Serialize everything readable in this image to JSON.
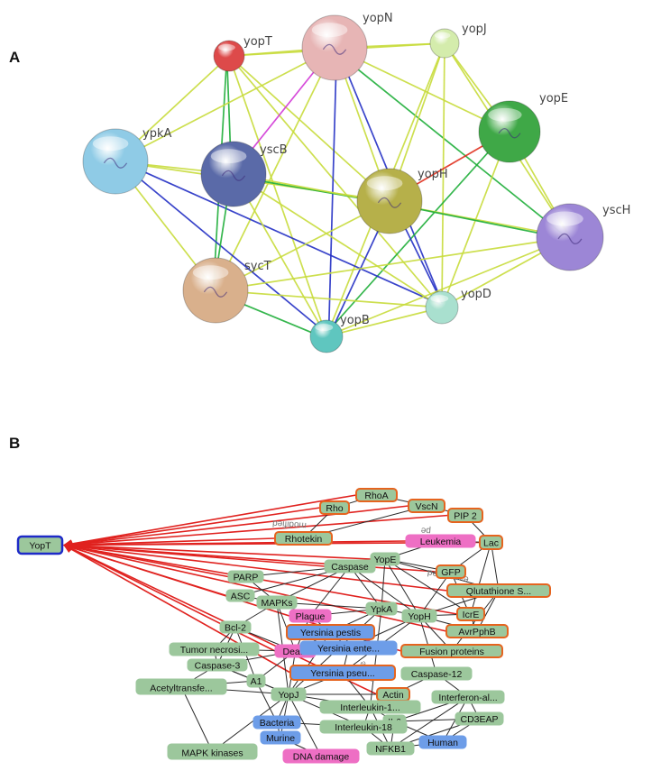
{
  "panel_a": {
    "letter": "A",
    "edge_colors": {
      "yellow": "#c8dc3c",
      "green": "#1fae3a",
      "blue": "#2430c4",
      "magenta": "#d238d6",
      "red": "#e0301e"
    },
    "nodes": [
      {
        "id": "yopN",
        "label": "yopN",
        "color": "#e7b5b5"
      },
      {
        "id": "yopT",
        "label": "yopT",
        "color": "#dd4a4a"
      },
      {
        "id": "yopJ",
        "label": "yopJ",
        "color": "#d4ecac"
      },
      {
        "id": "yopE",
        "label": "yopE",
        "color": "#3fa847"
      },
      {
        "id": "ypkA",
        "label": "ypkA",
        "color": "#8fcbe6"
      },
      {
        "id": "yscB",
        "label": "yscB",
        "color": "#5a6aa8"
      },
      {
        "id": "yopH",
        "label": "yopH",
        "color": "#b6b04a"
      },
      {
        "id": "yscH",
        "label": "yscH",
        "color": "#9c86d6"
      },
      {
        "id": "sycT",
        "label": "sycT",
        "color": "#d9b08c"
      },
      {
        "id": "yopD",
        "label": "yopD",
        "color": "#a9e0cf"
      },
      {
        "id": "yopB",
        "label": "yopB",
        "color": "#5fc6bf"
      }
    ],
    "edges": [
      [
        "yopT",
        "yopN",
        "yellow"
      ],
      [
        "yopT",
        "ypkA",
        "yellow"
      ],
      [
        "yopT",
        "yscB",
        "green"
      ],
      [
        "yopT",
        "sycT",
        "green"
      ],
      [
        "yopT",
        "yopH",
        "yellow"
      ],
      [
        "yopT",
        "yopB",
        "yellow"
      ],
      [
        "yopT",
        "yopJ",
        "yellow"
      ],
      [
        "yopT",
        "yopD",
        "yellow"
      ],
      [
        "yopN",
        "yopJ",
        "yellow"
      ],
      [
        "yopN",
        "yopE",
        "yellow"
      ],
      [
        "yopN",
        "ypkA",
        "yellow"
      ],
      [
        "yopN",
        "yscB",
        "magenta"
      ],
      [
        "yopN",
        "yopH",
        "yellow"
      ],
      [
        "yopN",
        "yopB",
        "blue"
      ],
      [
        "yopN",
        "yopD",
        "blue"
      ],
      [
        "yopN",
        "yscH",
        "green"
      ],
      [
        "yopN",
        "sycT",
        "yellow"
      ],
      [
        "yopJ",
        "yopH",
        "yellow"
      ],
      [
        "yopJ",
        "yopE",
        "yellow"
      ],
      [
        "yopJ",
        "yscH",
        "yellow"
      ],
      [
        "yopJ",
        "yopB",
        "yellow"
      ],
      [
        "yopJ",
        "yopD",
        "yellow"
      ],
      [
        "yopE",
        "yopH",
        "red"
      ],
      [
        "yopE",
        "yscH",
        "yellow"
      ],
      [
        "yopE",
        "yopB",
        "green"
      ],
      [
        "yopE",
        "yopD",
        "yellow"
      ],
      [
        "ypkA",
        "yscB",
        "yellow"
      ],
      [
        "ypkA",
        "yopH",
        "yellow"
      ],
      [
        "ypkA",
        "yopB",
        "blue"
      ],
      [
        "ypkA",
        "yopD",
        "blue"
      ],
      [
        "ypkA",
        "sycT",
        "yellow"
      ],
      [
        "yscB",
        "yopH",
        "green"
      ],
      [
        "yscB",
        "sycT",
        "green"
      ],
      [
        "yscB",
        "yopB",
        "yellow"
      ],
      [
        "yscB",
        "yopD",
        "yellow"
      ],
      [
        "yscB",
        "yscH",
        "yellow"
      ],
      [
        "yopH",
        "yscH",
        "green"
      ],
      [
        "yopH",
        "yopB",
        "blue"
      ],
      [
        "yopH",
        "yopD",
        "blue"
      ],
      [
        "yopH",
        "sycT",
        "yellow"
      ],
      [
        "yscH",
        "yopD",
        "yellow"
      ],
      [
        "yscH",
        "yopB",
        "yellow"
      ],
      [
        "yscH",
        "sycT",
        "yellow"
      ],
      [
        "sycT",
        "yopB",
        "green"
      ],
      [
        "sycT",
        "yopD",
        "yellow"
      ],
      [
        "yopB",
        "yopD",
        "yellow"
      ]
    ]
  },
  "panel_b": {
    "letter": "B",
    "node_styles": {
      "green": {
        "fill": "#9cc79c",
        "stroke": "#9cc79c"
      },
      "orange": {
        "fill": "#9cc79c",
        "stroke": "#e5641f"
      },
      "blue": {
        "fill": "#6d9de8",
        "stroke": "#6d9de8"
      },
      "blueOrange": {
        "fill": "#6d9de8",
        "stroke": "#e5641f"
      },
      "pink": {
        "fill": "#ee6fc4",
        "stroke": "#ee6fc4"
      },
      "yopt": {
        "fill": "#9cc79c",
        "stroke": "#1e2ac8"
      }
    },
    "nodes": [
      {
        "id": "YopT",
        "label": "YopT",
        "style": "yopt"
      },
      {
        "id": "RhoA",
        "label": "RhoA",
        "style": "orange"
      },
      {
        "id": "Rho",
        "label": "Rho",
        "style": "orange"
      },
      {
        "id": "VscN",
        "label": "VscN",
        "style": "orange"
      },
      {
        "id": "PIP2",
        "label": "PIP 2",
        "style": "orange"
      },
      {
        "id": "Rhotekin",
        "label": "Rhotekin",
        "style": "orange"
      },
      {
        "id": "Leukemia",
        "label": "Leukemia",
        "style": "pink"
      },
      {
        "id": "Lac",
        "label": "Lac",
        "style": "orange"
      },
      {
        "id": "Caspase",
        "label": "Caspase",
        "style": "green"
      },
      {
        "id": "YopE",
        "label": "YopE",
        "style": "green"
      },
      {
        "id": "GFP",
        "label": "GFP",
        "style": "orange"
      },
      {
        "id": "PARP",
        "label": "PARP",
        "style": "green"
      },
      {
        "id": "Glutathione",
        "label": "Qlutathione S...",
        "style": "orange"
      },
      {
        "id": "ASC",
        "label": "ASC",
        "style": "green"
      },
      {
        "id": "MAPKs",
        "label": "MAPKs",
        "style": "green"
      },
      {
        "id": "IcrE",
        "label": "IcrE",
        "style": "orange"
      },
      {
        "id": "Plague",
        "label": "Plague",
        "style": "pink"
      },
      {
        "id": "YpkA",
        "label": "YpkA",
        "style": "green"
      },
      {
        "id": "YopH",
        "label": "YopH",
        "style": "green"
      },
      {
        "id": "Bcl2",
        "label": "Bcl-2",
        "style": "green"
      },
      {
        "id": "YersiniaPestis",
        "label": "Yersinia pestis",
        "style": "blueOrange"
      },
      {
        "id": "AvrPphB",
        "label": "AvrPphB",
        "style": "orange"
      },
      {
        "id": "TumorNecrosis",
        "label": "Tumor necrosi...",
        "style": "green"
      },
      {
        "id": "Death",
        "label": "Death",
        "style": "pink"
      },
      {
        "id": "YersiniaEnte",
        "label": "Yersinia ente...",
        "style": "blue"
      },
      {
        "id": "FusionProteins",
        "label": "Fusion proteins",
        "style": "orange"
      },
      {
        "id": "Caspase3",
        "label": "Caspase-3",
        "style": "green"
      },
      {
        "id": "YersiniaPseu",
        "label": "Yersinia pseu...",
        "style": "blueOrange"
      },
      {
        "id": "Caspase12",
        "label": "Caspase-12",
        "style": "green"
      },
      {
        "id": "A1",
        "label": "A1",
        "style": "green"
      },
      {
        "id": "Acetyltransfe",
        "label": "Acetyltransfe...",
        "style": "green"
      },
      {
        "id": "YopJ",
        "label": "YopJ",
        "style": "green"
      },
      {
        "id": "Actin",
        "label": "Actin",
        "style": "orange"
      },
      {
        "id": "Interleukin1",
        "label": "Interleukin-1...",
        "style": "green"
      },
      {
        "id": "InterferonAl",
        "label": "Interferon-al...",
        "style": "green"
      },
      {
        "id": "Bacteria",
        "label": "Bacteria",
        "style": "blue"
      },
      {
        "id": "IL6",
        "label": "IL6",
        "style": "green"
      },
      {
        "id": "CD3EAP",
        "label": "CD3EAP",
        "style": "green"
      },
      {
        "id": "Interleukin18",
        "label": "Interleukin-18",
        "style": "green"
      },
      {
        "id": "Murine",
        "label": "Murine",
        "style": "blue"
      },
      {
        "id": "Human",
        "label": "Human",
        "style": "blue"
      },
      {
        "id": "NFKB1",
        "label": "NFKB1",
        "style": "green"
      },
      {
        "id": "MAPKKinases",
        "label": "MAPK kinases",
        "style": "green"
      },
      {
        "id": "DNADamage",
        "label": "DNA damage",
        "style": "pink"
      }
    ],
    "red_edges": [
      "RhoA",
      "Rho",
      "VscN",
      "PIP2",
      "Rhotekin",
      "Lac",
      "GFP",
      "Glutathione",
      "IcrE",
      "AvrPphB",
      "FusionProteins",
      "Actin",
      "YopE",
      "Caspase",
      "Leukemia",
      "PARP",
      "ASC",
      "Death",
      "YersiniaPseu"
    ],
    "black_edges": [
      [
        "Rho",
        "RhoA"
      ],
      [
        "RhoA",
        "VscN"
      ],
      [
        "VscN",
        "PIP2"
      ],
      [
        "Lac",
        "Leukemia"
      ],
      [
        "Lac",
        "GFP"
      ],
      [
        "Lac",
        "Glutathione"
      ],
      [
        "Lac",
        "IcrE"
      ],
      [
        "Caspase",
        "YopE"
      ],
      [
        "Caspase",
        "PARP"
      ],
      [
        "Caspase",
        "ASC"
      ],
      [
        "Caspase",
        "MAPKs"
      ],
      [
        "Caspase",
        "YpkA"
      ],
      [
        "Caspase",
        "YopH"
      ],
      [
        "Caspase",
        "Plague"
      ],
      [
        "YopE",
        "GFP"
      ],
      [
        "YopE",
        "YpkA"
      ],
      [
        "YopE",
        "Glutathione"
      ],
      [
        "YopE",
        "IcrE"
      ],
      [
        "YopE",
        "YopH"
      ],
      [
        "GFP",
        "YopH"
      ],
      [
        "GFP",
        "AvrPphB"
      ],
      [
        "Glutathione",
        "YopH"
      ],
      [
        "Glutathione",
        "AvrPphB"
      ],
      [
        "Glutathione",
        "FusionProteins"
      ],
      [
        "PARP",
        "MAPKs"
      ],
      [
        "ASC",
        "MAPKs"
      ],
      [
        "MAPKs",
        "Bcl2"
      ],
      [
        "MAPKs",
        "Plague"
      ],
      [
        "MAPKs",
        "YpkA"
      ],
      [
        "MAPKs",
        "Death"
      ],
      [
        "MAPKs",
        "YopJ"
      ],
      [
        "YpkA",
        "YopH"
      ],
      [
        "YpkA",
        "YersiniaPestis"
      ],
      [
        "YpkA",
        "Plague"
      ],
      [
        "YpkA",
        "YopJ"
      ],
      [
        "YpkA",
        "Interleukin1"
      ],
      [
        "YopH",
        "AvrPphB"
      ],
      [
        "YopH",
        "FusionProteins"
      ],
      [
        "YopH",
        "YersiniaEnte"
      ],
      [
        "YopH",
        "YersiniaPseu"
      ],
      [
        "YopH",
        "Caspase12"
      ],
      [
        "YopH",
        "IcrE"
      ],
      [
        "Bcl2",
        "Death"
      ],
      [
        "Bcl2",
        "TumorNecrosis"
      ],
      [
        "Bcl2",
        "A1"
      ],
      [
        "Bcl2",
        "Caspase3"
      ],
      [
        "Death",
        "YopJ"
      ],
      [
        "Death",
        "Caspase3"
      ],
      [
        "Death",
        "A1"
      ],
      [
        "Death",
        "TumorNecrosis"
      ],
      [
        "Death",
        "YersiniaPestis"
      ],
      [
        "YopJ",
        "A1"
      ],
      [
        "YopJ",
        "YersiniaPseu"
      ],
      [
        "YopJ",
        "Bacteria"
      ],
      [
        "YopJ",
        "Murine"
      ],
      [
        "YopJ",
        "Interleukin1"
      ],
      [
        "YopJ",
        "Interleukin18"
      ],
      [
        "YopJ",
        "Acetyltransfe"
      ],
      [
        "YopJ",
        "MAPKKinases"
      ],
      [
        "YopJ",
        "Caspase3"
      ],
      [
        "YopJ",
        "DNADamage"
      ],
      [
        "YopJ",
        "Actin"
      ],
      [
        "A1",
        "Acetyltransfe"
      ],
      [
        "A1",
        "Caspase3"
      ],
      [
        "A1",
        "Bacteria"
      ],
      [
        "Acetyltransfe",
        "MAPKKinases"
      ],
      [
        "Acetyltransfe",
        "Caspase3"
      ],
      [
        "Interleukin1",
        "IL6"
      ],
      [
        "Interleukin1",
        "Actin"
      ],
      [
        "Interleukin1",
        "NFKB1"
      ],
      [
        "Interleukin1",
        "Interleukin18"
      ],
      [
        "Interleukin1",
        "YersiniaPseu"
      ],
      [
        "IL6",
        "InterferonAl"
      ],
      [
        "IL6",
        "CD3EAP"
      ],
      [
        "IL6",
        "NFKB1"
      ],
      [
        "IL6",
        "Human"
      ],
      [
        "NFKB1",
        "Human"
      ],
      [
        "NFKB1",
        "InterferonAl"
      ],
      [
        "NFKB1",
        "CD3EAP"
      ],
      [
        "Human",
        "CD3EAP"
      ],
      [
        "InterferonAl",
        "CD3EAP"
      ],
      [
        "InterferonAl",
        "Human"
      ],
      [
        "Bacteria",
        "Murine"
      ],
      [
        "Bacteria",
        "Interleukin18"
      ],
      [
        "Murine",
        "DNADamage"
      ],
      [
        "Interleukin18",
        "NFKB1"
      ],
      [
        "YersiniaPestis",
        "YersiniaEnte"
      ],
      [
        "YersiniaEnte",
        "YersiniaPseu"
      ],
      [
        "YersiniaPestis",
        "YopJ"
      ],
      [
        "Caspase12",
        "Actin"
      ],
      [
        "Caspase12",
        "InterferonAl"
      ],
      [
        "Leukemia",
        "YopE"
      ],
      [
        "Plague",
        "Death"
      ],
      [
        "Plague",
        "YersiniaPestis"
      ],
      [
        "TumorNecrosis",
        "Caspase3"
      ],
      [
        "Rhotekin",
        "VscN"
      ],
      [
        "PIP2",
        "Lac"
      ],
      [
        "Rho",
        "Rhotekin"
      ]
    ],
    "edge_labels": {
      "modified": "modified",
      "pe": "pe",
      "expressed": "expressed",
      "expre": "expre"
    }
  }
}
